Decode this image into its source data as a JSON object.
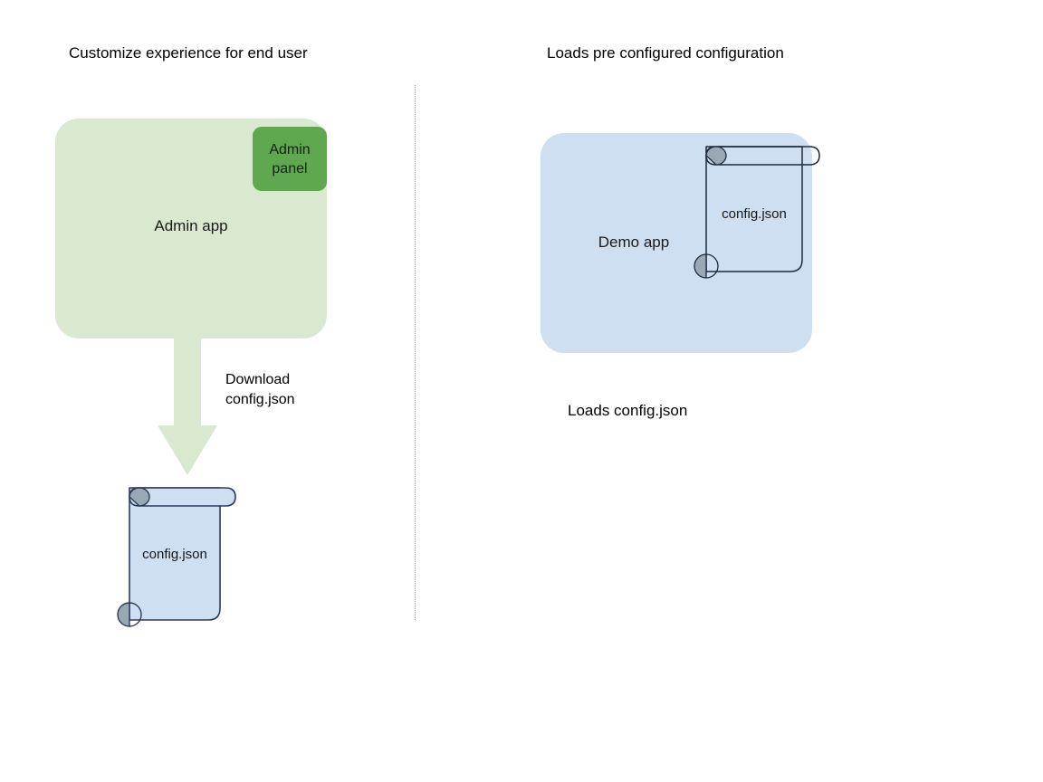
{
  "diagram": {
    "type": "flow-diagram",
    "background_color": "#ffffff",
    "panels": [
      {
        "id": "left",
        "heading": "Customize experience for end user",
        "app": {
          "label": "Admin app",
          "fill": "#d9e9cf",
          "badge": {
            "line1": "Admin",
            "line2": "panel",
            "fill": "#5fa84f"
          }
        },
        "arrow": {
          "direction": "down",
          "fill": "#d9e9cf",
          "label_line1": "Download",
          "label_line2": "config.json"
        },
        "document": {
          "label": "config.json",
          "fill": "#cfdff2",
          "stroke": "#2d3c5a",
          "curl_fill": "#9aa7b4"
        }
      },
      {
        "id": "right",
        "heading": "Loads pre configured configuration",
        "app": {
          "label": "Demo app",
          "fill": "#cfdff2"
        },
        "document": {
          "label": "config.json",
          "fill": "none",
          "stroke": "#1e2a3d",
          "curl_fill": "#9aa7b4"
        },
        "note": "Loads config.json"
      }
    ],
    "divider": {
      "style": "dotted",
      "color": "#9a9a9a"
    }
  }
}
